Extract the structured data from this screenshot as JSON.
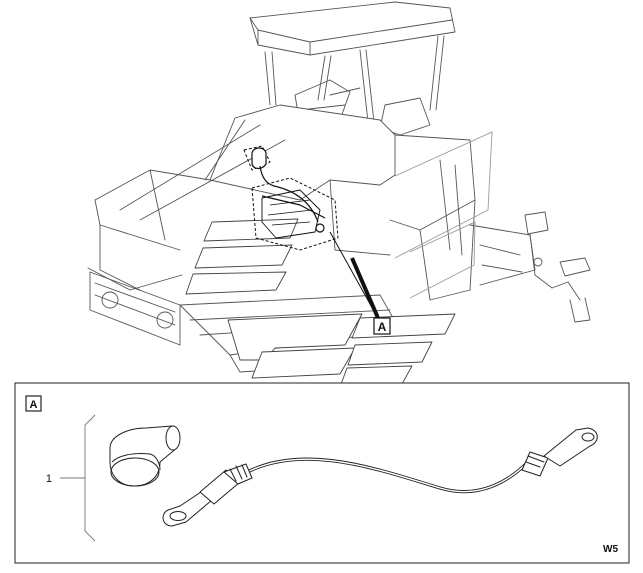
{
  "callouts": {
    "detail_ref": "A",
    "detail_box": "A",
    "item_number": "1",
    "figure_code": "W5"
  }
}
